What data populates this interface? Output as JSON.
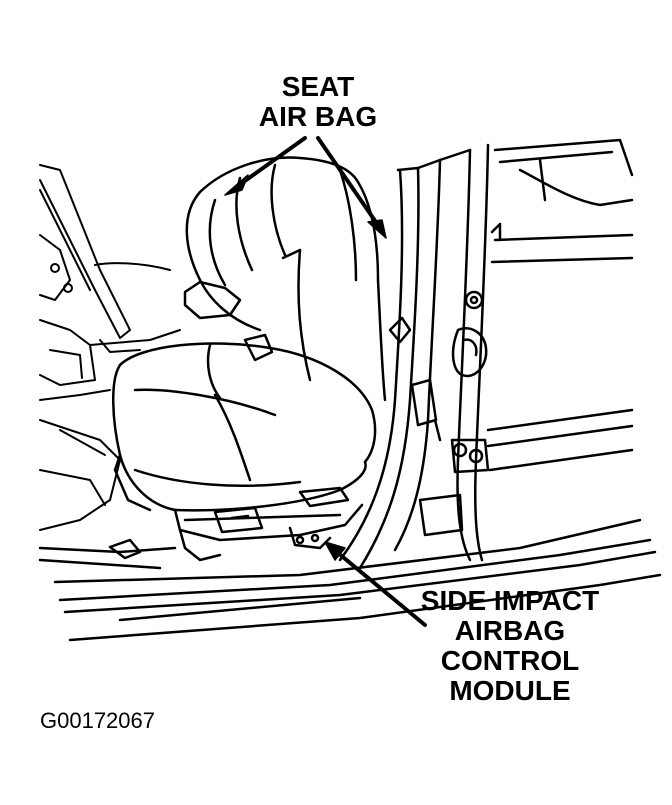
{
  "callouts": {
    "seat_airbag": [
      "SEAT",
      "AIR BAG"
    ],
    "module": [
      "SIDE IMPACT",
      "AIRBAG",
      "CONTROL",
      "MODULE"
    ]
  },
  "figure_id": "G00172067",
  "colors": {
    "ink": "#000000",
    "paper": "#ffffff"
  }
}
